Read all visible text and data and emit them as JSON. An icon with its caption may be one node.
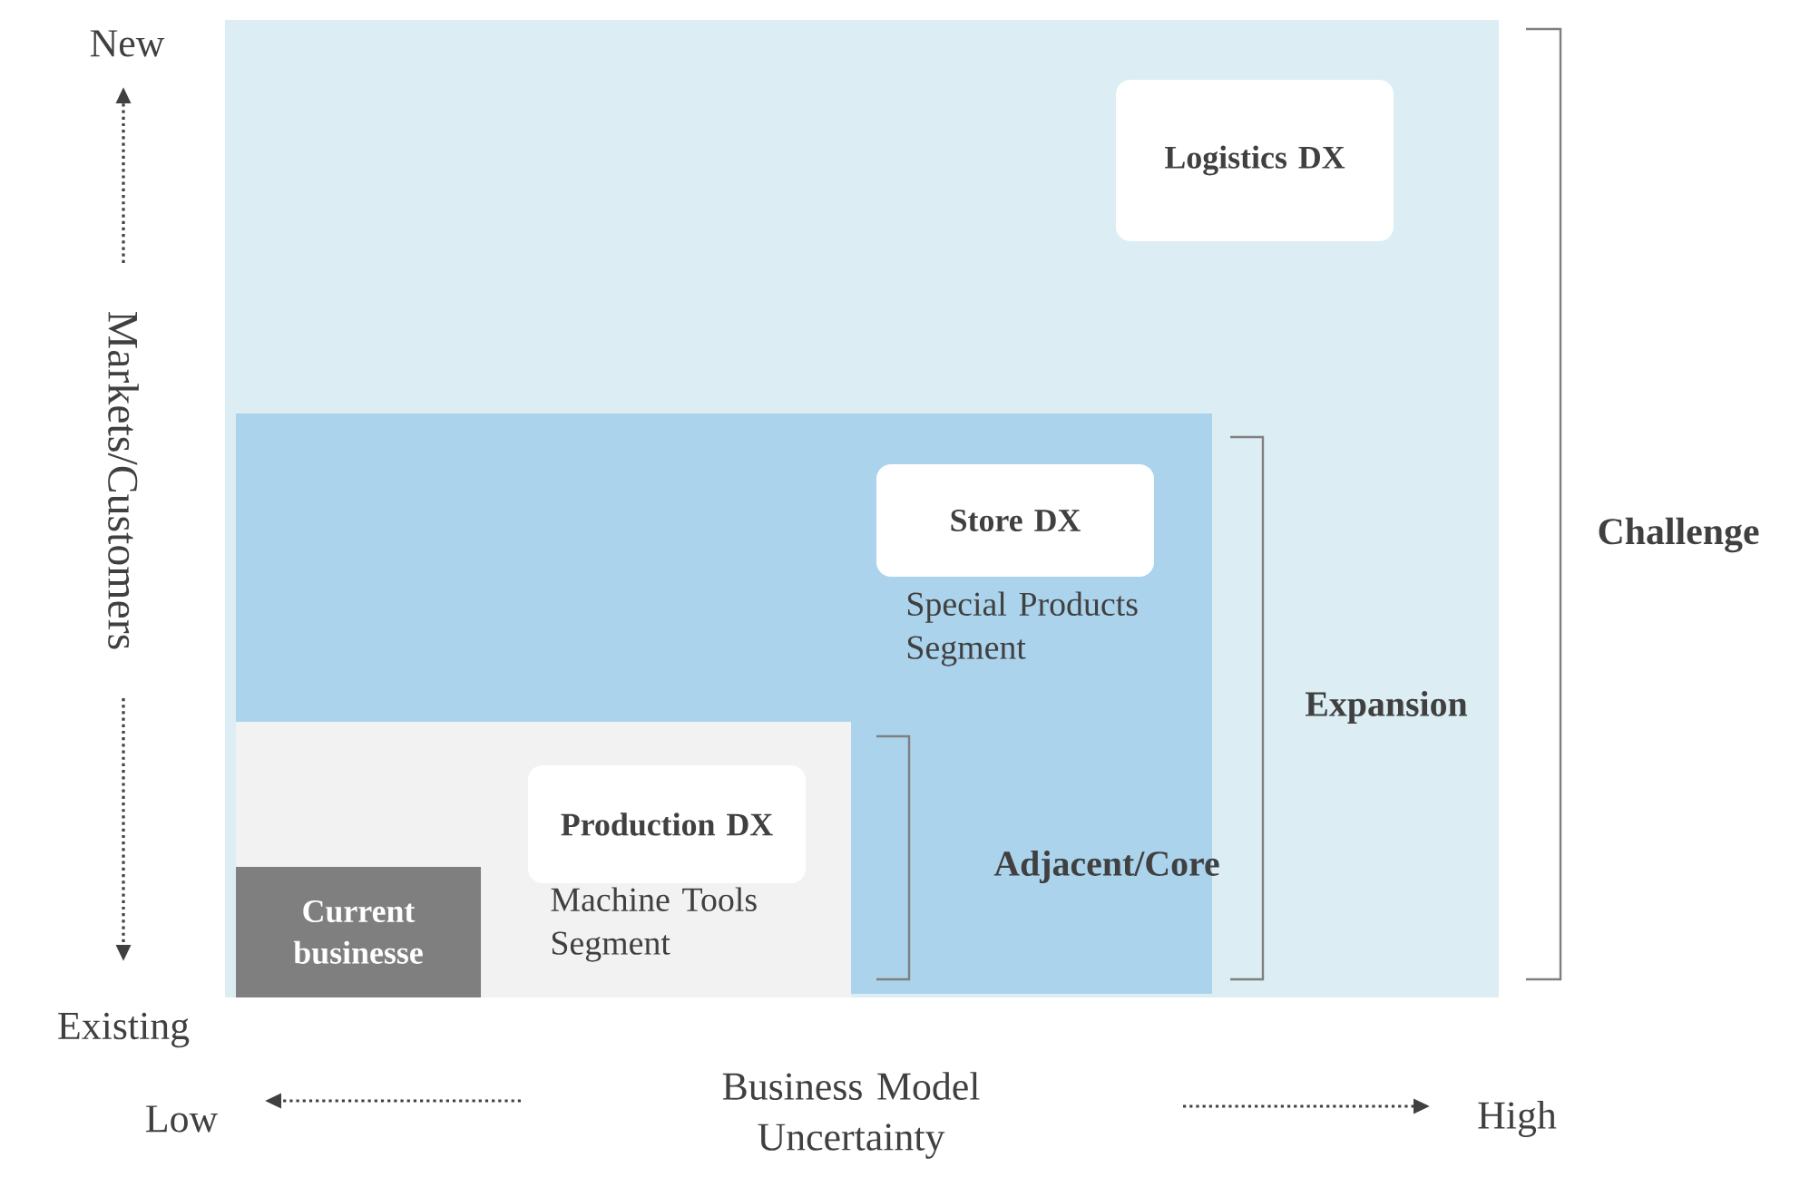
{
  "diagram": {
    "nodes": [
      {
        "text": [],
        "shape": "box"
      },
      {
        "text": [],
        "shape": "box",
        "in": 0
      },
      {
        "text": [],
        "shape": "box",
        "in": 1
      },
      {
        "text": [
          "Current businesse"
        ],
        "in": 2
      },
      {
        "text": [
          "Logistics DX"
        ],
        "in": 0
      },
      {
        "text": [
          "Store DX"
        ],
        "in": 1,
        "beside": [
          "Special Products Segment"
        ]
      },
      {
        "text": [
          "Production DX"
        ],
        "in": 2,
        "beside": [
          "Machine Tools Segment"
        ]
      }
    ],
    "labels": [
      "New",
      "Markets/Customers",
      "Challenge",
      "Expansion",
      "Adjacent/Core",
      "Existing",
      "Low",
      "Business Model Uncertainty",
      "High"
    ]
  }
}
